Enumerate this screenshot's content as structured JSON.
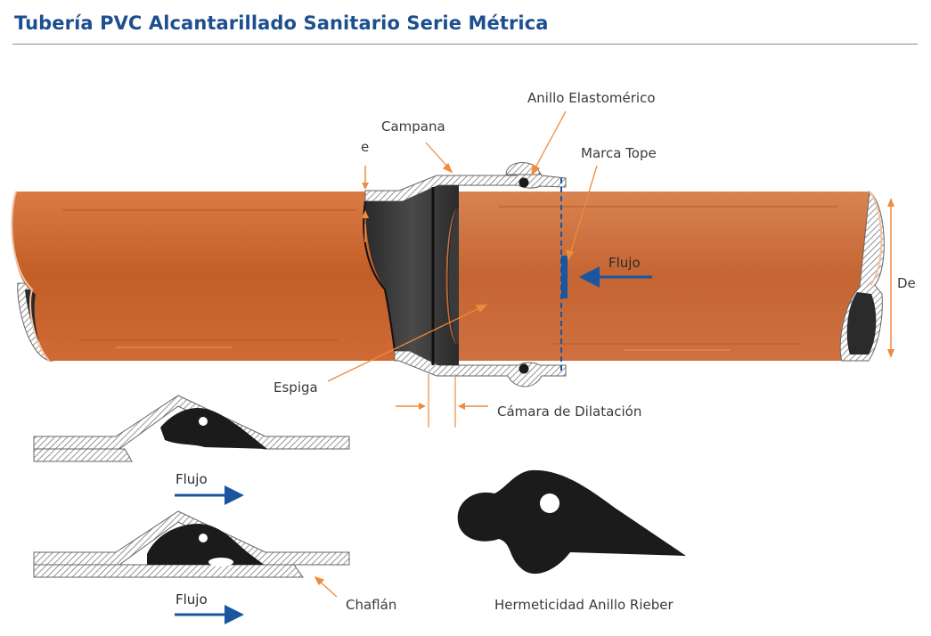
{
  "title": "Tubería PVC Alcantarillado Sanitario Serie Métrica",
  "labels": {
    "anillo": "Anillo Elastomérico",
    "campana": "Campana",
    "e": "e",
    "marca_tope": "Marca Tope",
    "flujo_main": "Flujo",
    "de": "De",
    "espiga": "Espiga",
    "camara": "Cámara de Dilatación",
    "flujo_1": "Flujo",
    "flujo_2": "Flujo",
    "chaflan": "Chaflán",
    "hermeticidad": "Hermeticidad Anillo Rieber"
  },
  "colors": {
    "title": "#1d4f8f",
    "pipe_orange": "#c9662f",
    "pipe_light": "#e79a6c",
    "arrow_orange": "#f08a3c",
    "flow_blue": "#1a56a0",
    "ring_black": "#1b1b1b"
  }
}
